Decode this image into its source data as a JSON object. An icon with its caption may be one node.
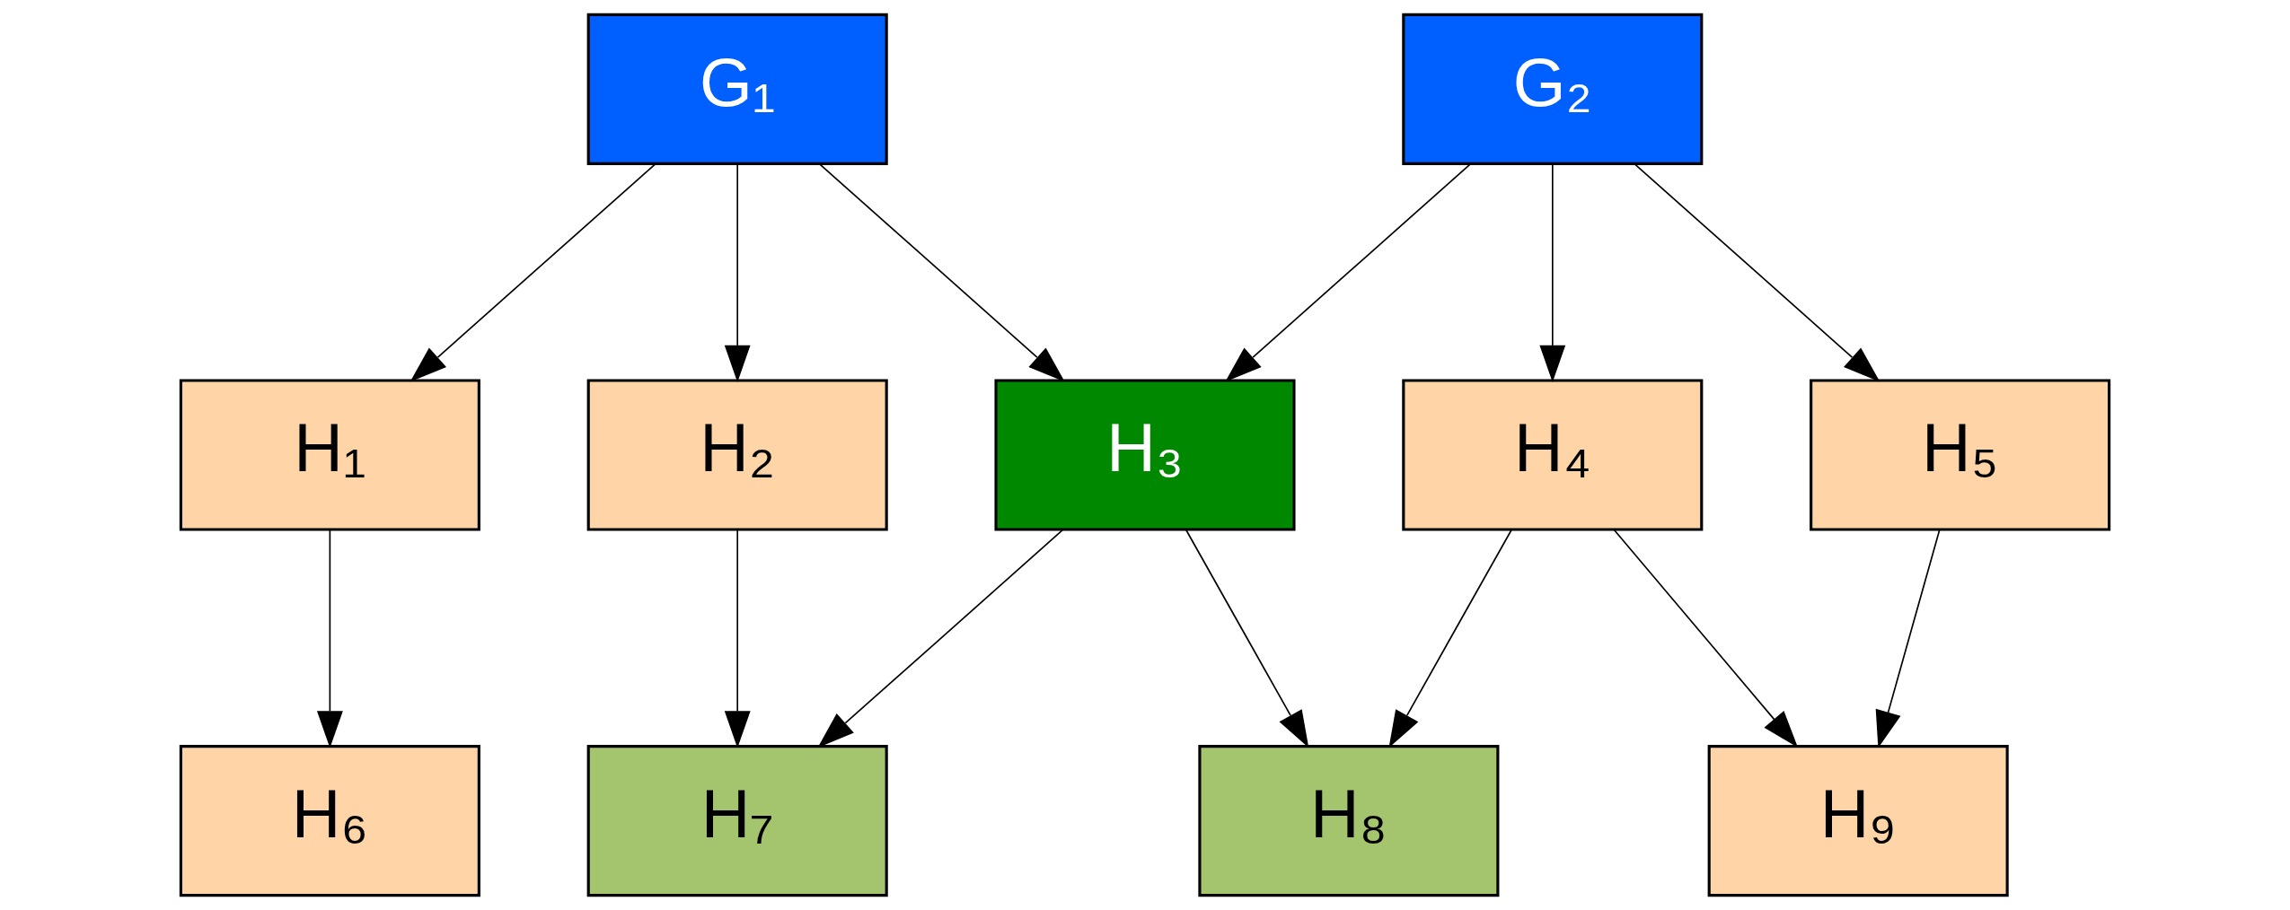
{
  "diagram": {
    "nodes": [
      {
        "text": [
          "G₁"
        ]
      },
      {
        "text": [
          "G₂"
        ]
      },
      {
        "text": [
          "H₁"
        ]
      },
      {
        "text": [
          "H₂"
        ]
      },
      {
        "text": [
          "H₃"
        ]
      },
      {
        "text": [
          "H₄"
        ]
      },
      {
        "text": [
          "H₅"
        ]
      },
      {
        "text": [
          "H₆"
        ]
      },
      {
        "text": [
          "H₇"
        ]
      },
      {
        "text": [
          "H₈"
        ]
      },
      {
        "text": [
          "H₉"
        ]
      }
    ],
    "edges": [
      {
        "from": 0,
        "to": 2,
        "arrow": "to"
      },
      {
        "from": 0,
        "to": 3,
        "arrow": "to"
      },
      {
        "from": 0,
        "to": 4,
        "arrow": "to"
      },
      {
        "from": 1,
        "to": 4,
        "arrow": "to"
      },
      {
        "from": 1,
        "to": 5,
        "arrow": "to"
      },
      {
        "from": 1,
        "to": 6,
        "arrow": "to"
      },
      {
        "from": 2,
        "to": 7,
        "arrow": "to"
      },
      {
        "from": 3,
        "to": 8,
        "arrow": "to"
      },
      {
        "from": 4,
        "to": 8,
        "arrow": "to"
      },
      {
        "from": 4,
        "to": 9,
        "arrow": "to"
      },
      {
        "from": 5,
        "to": 9,
        "arrow": "to"
      },
      {
        "from": 5,
        "to": 10,
        "arrow": "to"
      },
      {
        "from": 6,
        "to": 10,
        "arrow": "to"
      }
    ]
  }
}
